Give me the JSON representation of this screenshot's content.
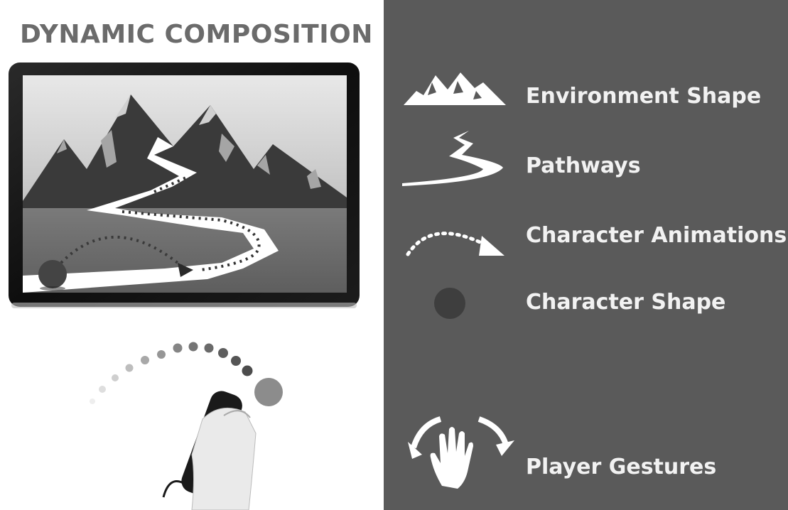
{
  "title": "DYNAMIC COMPOSITION",
  "legend": {
    "items": [
      {
        "label": "Environment Shape",
        "icon": "mountain-icon"
      },
      {
        "label": "Pathways",
        "icon": "pathway-icon"
      },
      {
        "label": "Character Animations",
        "icon": "dotted-arc-arrow-icon"
      },
      {
        "label": "Character Shape",
        "icon": "circle-icon"
      },
      {
        "label": "Player Gestures",
        "icon": "hand-gesture-icon"
      }
    ]
  },
  "colors": {
    "panel_bg": "#5a5a5a",
    "title": "#6b6b6b",
    "legend_text": "#f2f2f2",
    "character": "#555555",
    "ground": "#6a6a6a",
    "sky_top": "#e6e6e6"
  }
}
